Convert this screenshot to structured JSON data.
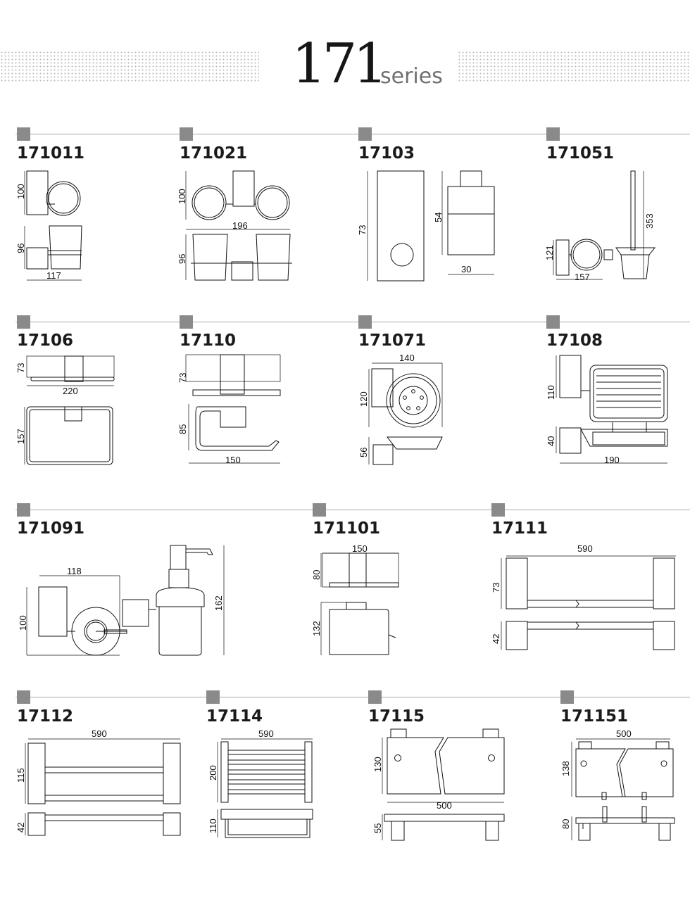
{
  "header": {
    "number": "171",
    "word": "series"
  },
  "products": [
    {
      "code": "171011",
      "dims": [
        "100",
        "96",
        "117"
      ]
    },
    {
      "code": "171021",
      "dims": [
        "100",
        "196",
        "96"
      ]
    },
    {
      "code": "17103",
      "dims": [
        "73",
        "54",
        "30"
      ]
    },
    {
      "code": "171051",
      "dims": [
        "353",
        "121",
        "157"
      ]
    },
    {
      "code": "17106",
      "dims": [
        "73",
        "220",
        "157"
      ]
    },
    {
      "code": "17110",
      "dims": [
        "73",
        "85",
        "150"
      ]
    },
    {
      "code": "171071",
      "dims": [
        "140",
        "120",
        "56"
      ]
    },
    {
      "code": "17108",
      "dims": [
        "110",
        "40",
        "190"
      ]
    },
    {
      "code": "171091",
      "dims": [
        "118",
        "100",
        "162"
      ]
    },
    {
      "code": "171101",
      "dims": [
        "150",
        "80",
        "132"
      ]
    },
    {
      "code": "17111",
      "dims": [
        "590",
        "73",
        "42"
      ]
    },
    {
      "code": "17112",
      "dims": [
        "590",
        "115",
        "42"
      ]
    },
    {
      "code": "17114",
      "dims": [
        "590",
        "200",
        "110"
      ]
    },
    {
      "code": "17115",
      "dims": [
        "130",
        "500",
        "55"
      ]
    },
    {
      "code": "171151",
      "dims": [
        "500",
        "138",
        "80"
      ]
    }
  ]
}
